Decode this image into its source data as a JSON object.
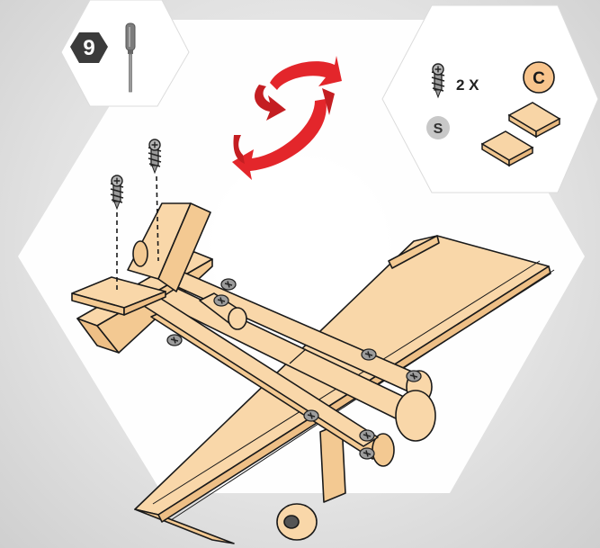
{
  "step": {
    "number": "9",
    "tool_icon": "screwdriver-icon"
  },
  "rotate_icon": {
    "name": "rotate-arrows-icon",
    "color": "#e3262b"
  },
  "parts": {
    "screw_quantity": "2 X",
    "screw_letter": "S",
    "part_letter": "C",
    "screw_icon": "screw-icon",
    "wood_color": "#f8d5a6",
    "badge_orange": "#f8c48c"
  },
  "colors": {
    "wood_fill": "#f9d7a9",
    "outline": "#1a1a1a",
    "hex_bg": "#ffffff",
    "step_badge": "#3b3b3b"
  }
}
